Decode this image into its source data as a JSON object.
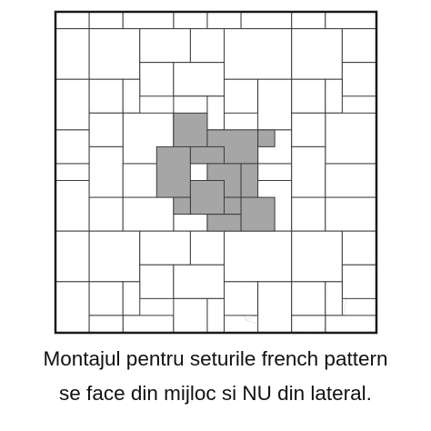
{
  "caption": {
    "line1": "Montajul pentru seturile french pattern",
    "line2": "se face din mijloc si NU din lateral."
  },
  "colors": {
    "tile_fill": "#ffffff",
    "highlight_fill": "#a6a6a6",
    "grout": "#3a3a3a",
    "border": "#1a1a1a",
    "watermark": "#e6e6e6"
  },
  "watermark_icon": "faint-geometric-logo-watermark"
}
